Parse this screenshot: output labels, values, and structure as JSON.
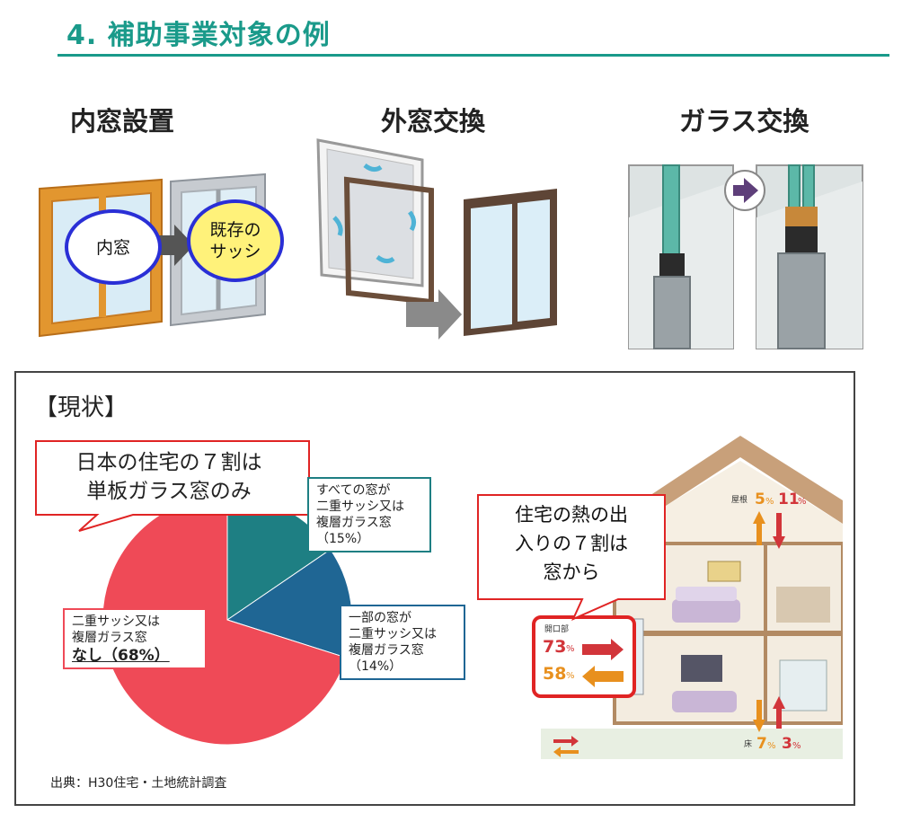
{
  "page": {
    "title": "4. 補助事業対象の例"
  },
  "examples": [
    {
      "heading": "内窓設置",
      "inner_label": "内窓",
      "existing_label_1": "既存の",
      "existing_label_2": "サッシ"
    },
    {
      "heading": "外窓交換"
    },
    {
      "heading": "ガラス交換"
    }
  ],
  "status": {
    "heading": "【現状】",
    "main_callout": {
      "line1": "日本の住宅の７割は",
      "line2": "単板ガラス窓のみ"
    },
    "heat_callout": {
      "line1": "住宅の熱の出",
      "line2": "入りの７割は",
      "line3": "窓から"
    },
    "source": "出典：H30住宅・土地統計調査"
  },
  "chart_data": {
    "type": "pie",
    "slices": [
      {
        "label_lines": [
          "二重サッシ又は",
          "複層ガラス窓"
        ],
        "emphasis": "なし（68%）",
        "value": 68,
        "color": "#ef4a57"
      },
      {
        "label_lines": [
          "すべての窓が",
          "二重サッシ又は",
          "複層ガラス窓",
          "（15%）"
        ],
        "value": 15,
        "color": "#1e7f83"
      },
      {
        "label_lines": [
          "一部の窓が",
          "二重サッシ又は",
          "複層ガラス窓",
          "（14%）"
        ],
        "value": 14,
        "color": "#1f6694"
      }
    ]
  },
  "house": {
    "roof": {
      "label": "屋根",
      "out": "5",
      "in": "11",
      "unit": "%"
    },
    "opening": {
      "label": "開口部",
      "out": "73",
      "in": "58",
      "unit": "%"
    },
    "floor": {
      "label": "床",
      "out": "7",
      "in": "3",
      "unit": "%"
    },
    "colors": {
      "outflow": "#e8901e",
      "inflow": "#d2353a",
      "highlight": "#e02424"
    }
  }
}
